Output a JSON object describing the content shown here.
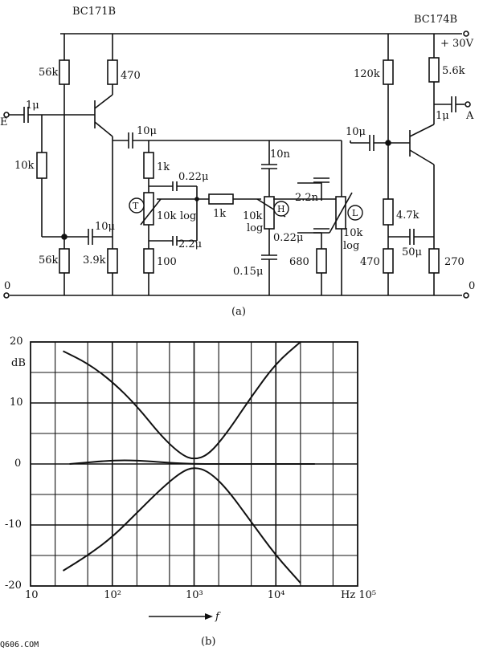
{
  "circuit": {
    "transistors": {
      "q1": "BC171B",
      "q2": "BC174B"
    },
    "supply": "+ 30V",
    "input": "E",
    "output": "A",
    "ground_left": "0",
    "ground_right": "0",
    "components": {
      "r56k_top": "56k",
      "r470_top": "470",
      "c_in": "1μ",
      "r10k_fb": "10k",
      "c10_mid": "10μ",
      "r56k_bot": "56k",
      "r3_9k": "3.9k",
      "c10_couple": "10μ",
      "r1k_a": "1k",
      "c022_a": "0.22μ",
      "pot_t": "10k",
      "pot_t_log": "log",
      "c22_a": "2.2μ",
      "r100": "100",
      "r1k_b": "1k",
      "c10n": "10n",
      "pot_h": "10k",
      "pot_h_log": "log",
      "c022_b": "0.22μ",
      "c015": "0.15μ",
      "c22n": "2.2n",
      "r680": "680",
      "pot_l": "10k",
      "pot_l_log": "log",
      "c10_right": "10μ",
      "r120k": "120k",
      "r5_6k": "5.6k",
      "c1_out": "1μ",
      "r4_7k": "4.7k",
      "r470_bot": "470",
      "c50": "50μ",
      "r270": "270"
    },
    "controls": {
      "t": "T",
      "h": "H",
      "l": "L"
    },
    "caption": "(a)"
  },
  "chart_data": {
    "type": "line",
    "ylabel": "dB",
    "xlabel": "Hz",
    "x_scale": "log",
    "xlim": [
      10,
      100000
    ],
    "ylim": [
      -20,
      20
    ],
    "y_ticks": [
      20,
      10,
      0,
      -10,
      -20
    ],
    "x_ticks": [
      "10",
      "10²",
      "10³",
      "10⁴",
      "Hz 10⁵"
    ],
    "grid": true,
    "legend": "none",
    "series": [
      {
        "x": [
          25,
          50,
          100,
          200,
          400,
          700,
          1000,
          1500,
          2500,
          5000,
          10000,
          20000
        ],
        "y": [
          18.5,
          16.5,
          13.5,
          9.5,
          4.5,
          1.5,
          0.7,
          1.5,
          5,
          11,
          16.5,
          20
        ]
      },
      {
        "x": [
          30,
          100,
          200,
          500,
          1000,
          3000,
          10000,
          30000
        ],
        "y": [
          0,
          0.6,
          0.6,
          0.2,
          0,
          0,
          0,
          0
        ]
      },
      {
        "x": [
          25,
          50,
          100,
          200,
          400,
          700,
          1000,
          1500,
          2500,
          5000,
          10000,
          20000
        ],
        "y": [
          -17.5,
          -15,
          -12,
          -8,
          -4,
          -1.3,
          -0.5,
          -1.2,
          -4,
          -9.5,
          -15,
          -19.5
        ]
      }
    ],
    "arrow_label": "f",
    "caption": "(b)"
  },
  "watermark": "Q606.COM"
}
